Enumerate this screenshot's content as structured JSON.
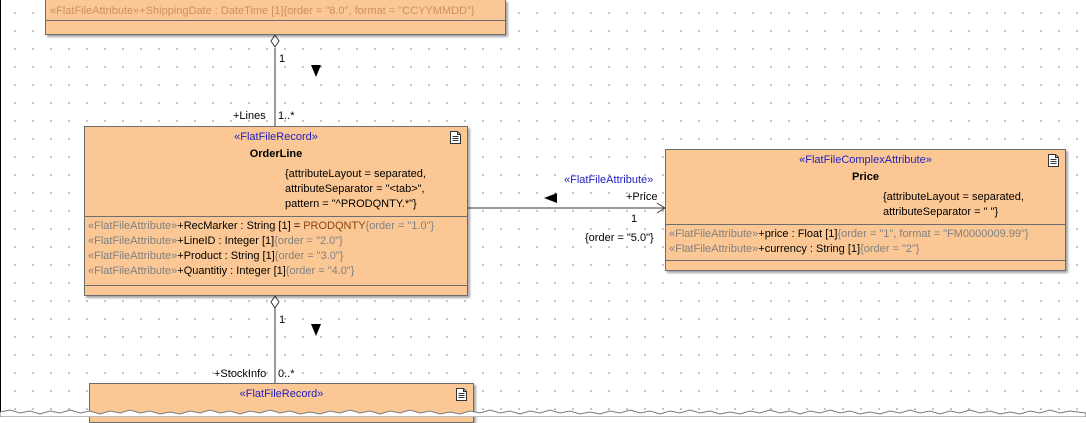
{
  "top_class": {
    "partial_text": "«FlatFileAttribute»+ShippingDate : DateTime [1]{order = \"8.0\", format = \"CCYYMMDD\"}"
  },
  "orderline": {
    "stereotype": "«FlatFileRecord»",
    "name": "OrderLine",
    "constraints": [
      "{attributeLayout = separated,",
      "attributeSeparator = \"<tab>\",",
      "pattern = \"^PRODQNTY.*\"}"
    ],
    "attributes": [
      {
        "stereo": "«FlatFileAttribute»",
        "sig": "+RecMarker : String [1] = ",
        "val": "PRODQNTY",
        "tag": "{order = \"1.0\"}"
      },
      {
        "stereo": "«FlatFileAttribute»",
        "sig": "+LineID : Integer [1]",
        "val": "",
        "tag": "{order = \"2.0\"}"
      },
      {
        "stereo": "«FlatFileAttribute»",
        "sig": "+Product : String [1]",
        "val": "",
        "tag": "{order = \"3.0\"}"
      },
      {
        "stereo": "«FlatFileAttribute»",
        "sig": "+Quantitiy : Integer [1]",
        "val": "",
        "tag": "{order = \"4.0\"}"
      }
    ]
  },
  "price": {
    "stereotype": "«FlatFileComplexAttribute»",
    "name": "Price",
    "constraints": [
      "{attributeLayout = separated,",
      "attributeSeparator = \" \"}"
    ],
    "attributes": [
      {
        "stereo": "«FlatFileAttribute»",
        "sig": "+price : Float [1]",
        "tag": "{order = \"1\", format = \"FM0000009.99\"}"
      },
      {
        "stereo": "«FlatFileAttribute»",
        "sig": "+currency : String [1]",
        "tag": "{order = \"2\"}"
      }
    ]
  },
  "stockinfo": {
    "stereotype": "«FlatFileRecord»"
  },
  "assoc_lines": {
    "mult_top": "1",
    "role": "+Lines",
    "mult_bottom": "1..*"
  },
  "assoc_price": {
    "stereotype": "«FlatFileAttribute»",
    "role": "+Price",
    "mult": "1",
    "tag": "{order = \"5.0\"}"
  },
  "assoc_stock": {
    "mult_top": "1",
    "role": "+StockInfo",
    "mult_bottom": "0..*"
  },
  "colors": {
    "class_fill": "#fbc895",
    "stereotype_text": "#1f1fbf",
    "tag_text": "#808080",
    "value_text": "#8b4513"
  },
  "icons": [
    "file-icon",
    "diamond-icon",
    "triangle-arrow-icon"
  ]
}
